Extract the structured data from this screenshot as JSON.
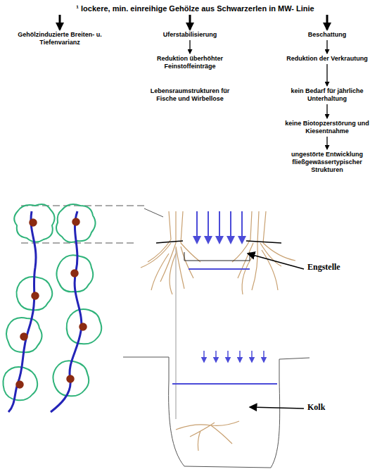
{
  "diagram": {
    "nodes": [
      {
        "text": [
          "¹ lockere, min. einreihige Gehölze aus Schwarzerlen in MW- Linie"
        ]
      },
      {
        "text": [
          "Gehölzinduzierte Breiten- u. Tiefenvarianz"
        ]
      },
      {
        "text": [
          "Uferstabilisierung"
        ]
      },
      {
        "text": [
          "Beschattung"
        ]
      },
      {
        "text": [
          "Reduktion überhöhter Feinstoffeinträge"
        ]
      },
      {
        "text": [
          "Lebensraumstrukturen für Fische und Wirbellose"
        ]
      },
      {
        "text": [
          "Reduktion der Verkrautung"
        ]
      },
      {
        "text": [
          "kein Bedarf für jährliche Unterhaltung"
        ]
      },
      {
        "text": [
          "keine Biotopzerstörung und Kiesentnahme"
        ]
      },
      {
        "text": [
          "ungestörte Entwicklung fließgewässertypischer Strukturen"
        ]
      }
    ],
    "edges": [
      {
        "from": 0,
        "to": 1,
        "arrow": "to"
      },
      {
        "from": 0,
        "to": 2,
        "arrow": "to"
      },
      {
        "from": 0,
        "to": 3,
        "arrow": "to"
      },
      {
        "from": 2,
        "to": 4,
        "arrow": "to"
      },
      {
        "from": 3,
        "to": 6,
        "arrow": "to"
      },
      {
        "from": 6,
        "to": 7,
        "arrow": "to"
      },
      {
        "from": 7,
        "to": 8,
        "arrow": "to"
      },
      {
        "from": 8,
        "to": 9,
        "arrow": "to"
      }
    ],
    "labels": [
      "Engstelle",
      "Kolk"
    ]
  }
}
